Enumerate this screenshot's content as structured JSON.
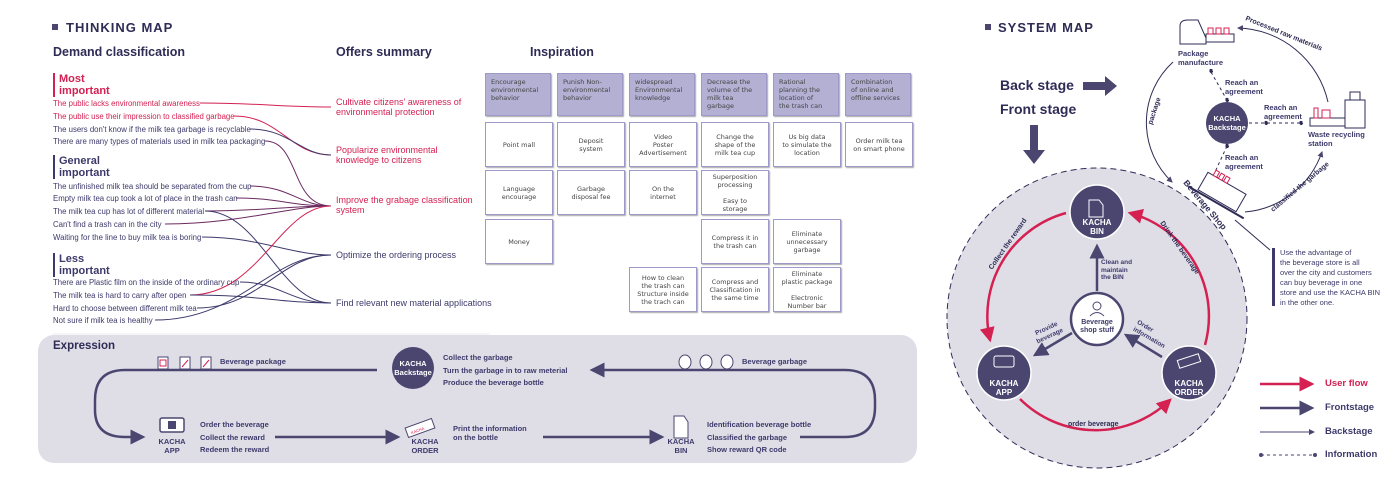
{
  "thinking_map": {
    "title": "THINKING MAP",
    "demand_title": "Demand classification",
    "offers_title": "Offers summary",
    "inspiration_title": "Inspiration",
    "levels": [
      {
        "label": "Most\nimportant",
        "items": [
          "The public lacks environmental awareness",
          "The public use their impression to classified garbage",
          "The users don't know if the milk tea garbage is recyclable",
          "There are many types of materials used in milk tea packaging"
        ]
      },
      {
        "label": "General\nimportant",
        "items": [
          "The unfinished milk tea should be separated from the cup",
          "Empty milk tea cup took a lot of place in the trash can",
          "The milk tea cup has lot of different material",
          "Can't find a trash can in the city",
          "Waiting for the line to buy milk tea is boring"
        ]
      },
      {
        "label": "Less\nimportant",
        "items": [
          "There are Plastic film on the inside of the ordinary cup",
          "The milk tea is hard to carry after open",
          "Hard to choose between different milk tea",
          "Not sure if milk tea is healthy"
        ]
      }
    ],
    "offers": [
      "Cultivate citizens' awareness of\nenvironmental protection",
      "Popularize environmental\nknowledge to citizens",
      "Improve the grabage classification\nsystem",
      "Optimize the ordering process",
      "Find relevant new material applications"
    ],
    "inspiration_headers": [
      "Encourage\nenvironmental\nbehavior",
      "Punish Non-\nenvironmental\nbehavior",
      "widespread\nEnvironmental\nknowledge",
      "Decrease the\nvolume of the\nmilk tea\ngarbage",
      "Rational\nplanning the\nlocation of\nthe trash can",
      "Combination\nof online and\noffline services"
    ],
    "inspiration_notes": [
      {
        "col": 0,
        "row": 1,
        "text": "Point mall"
      },
      {
        "col": 1,
        "row": 1,
        "text": "Deposit\nsystem"
      },
      {
        "col": 2,
        "row": 1,
        "text": "Video\nPoster\nAdvertisement"
      },
      {
        "col": 3,
        "row": 1,
        "text": "Change the\nshape of the\nmilk tea cup"
      },
      {
        "col": 4,
        "row": 1,
        "text": "Us big data\nto simulate the\nlocation"
      },
      {
        "col": 5,
        "row": 1,
        "text": "Order milk tea\non smart phone"
      },
      {
        "col": 0,
        "row": 2,
        "text": "Language\nencourage"
      },
      {
        "col": 1,
        "row": 2,
        "text": "Garbage\ndisposal fee"
      },
      {
        "col": 2,
        "row": 2,
        "text": "On the\ninternet"
      },
      {
        "col": 3,
        "row": 2,
        "text": "Superposition\nprocessing\n\nEasy to\nstorage"
      },
      {
        "col": 0,
        "row": 3,
        "text": "Money"
      },
      {
        "col": 3,
        "row": 3,
        "text": "Compress it in\nthe trash can"
      },
      {
        "col": 4,
        "row": 3,
        "text": "Eliminate\nunnecessary\ngarbage"
      },
      {
        "col": 2,
        "row": 4,
        "text": "How to clean\nthe trash can\nStructure inside\nthe trach can"
      },
      {
        "col": 3,
        "row": 4,
        "text": "Compress and\nClassification in\nthe same time"
      },
      {
        "col": 4,
        "row": 4,
        "text": "Eliminate\nplastic package\n\nElectronic\nNumber bar"
      }
    ]
  },
  "expression": {
    "title": "Expression",
    "beverage_package": "Beverage package",
    "beverage_garbage": "Beverage garbage",
    "backstage": "KACHA\nBackstage",
    "backstage_actions": "Collect the garbage\nTurn the garbage in to raw meterial\nProduce the beverage bottle",
    "app": "KACHA\nAPP",
    "app_actions": "Order the beverage\nCollect the reward\nRedeem the reward",
    "order": "KACHA\nORDER",
    "order_actions": "Print the information\non the bottle",
    "bin": "KACHA\nBIN",
    "bin_actions": "Identification beverage bottle\nClassified the garbage\nShow reward QR code"
  },
  "system_map": {
    "title": "SYSTEM MAP",
    "back_stage": "Back stage",
    "front_stage": "Front stage",
    "package_manufacture": "Package\nmanufacture",
    "waste_recycling": "Waste recycling\nstation",
    "beverage_shop": "Beverage Shop",
    "kacha_backstage": "KACHA\nBackstage",
    "reach_agreement": "Reach an\nagreement",
    "processed_raw": "Processed raw materials",
    "package": "package",
    "classified_garbage": "classified the garbage",
    "kacha_bin": "KACHA\nBIN",
    "kacha_app": "KACHA\nAPP",
    "kacha_order": "KACHA\nORDER",
    "shop_stuff": "Beverage\nshop stuff",
    "collect_reward": "Collect the reward",
    "drink_beverage": "Drink the beverage",
    "order_beverage": "order beverage",
    "clean_bin": "Clean and\nmaintain\nthe BIN",
    "provide_beverage": "Provide\nbeverage",
    "order_information": "Order\ninformation",
    "shop_note": "Use  the advantage of\nthe beverage store is all\nover the city and customers\ncan buy beverage in one\nstore and use the KACHA BIN\nin the other one.",
    "legend": [
      "User flow",
      "Frontstage",
      "Backstage",
      "Information"
    ]
  },
  "colors": {
    "navy": "#4a4670",
    "red": "#d42152",
    "lavender": "#b3b0d4",
    "panel": "#dfdee7"
  }
}
